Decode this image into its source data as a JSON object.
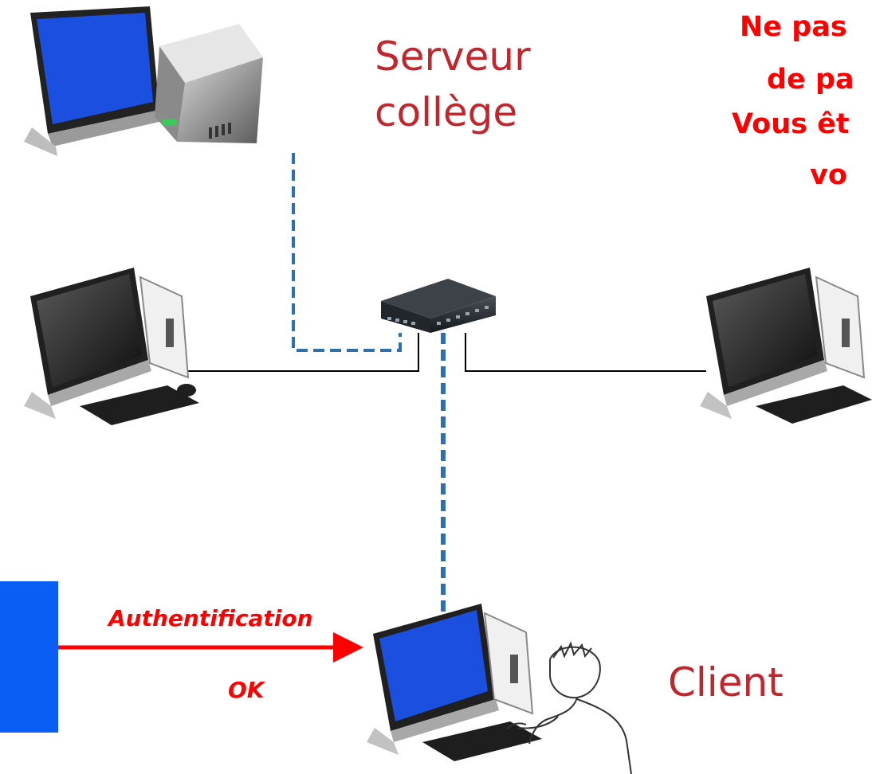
{
  "server": {
    "label_line1": "Serveur",
    "label_line2": "collège"
  },
  "client": {
    "label": "Client"
  },
  "warning": {
    "line1": "Ne pas",
    "line2": "de pa",
    "line3": "Vous êt",
    "line4": "vo"
  },
  "arrow": {
    "label_top": "Authentification",
    "label_bottom": "OK"
  },
  "colors": {
    "label_red": "#c0262c",
    "warning_red": "#ff0000",
    "screen_blue": "#1a4fe0",
    "dashed_blue": "#2f6fb0",
    "side_box_blue": "#0a5df5"
  }
}
